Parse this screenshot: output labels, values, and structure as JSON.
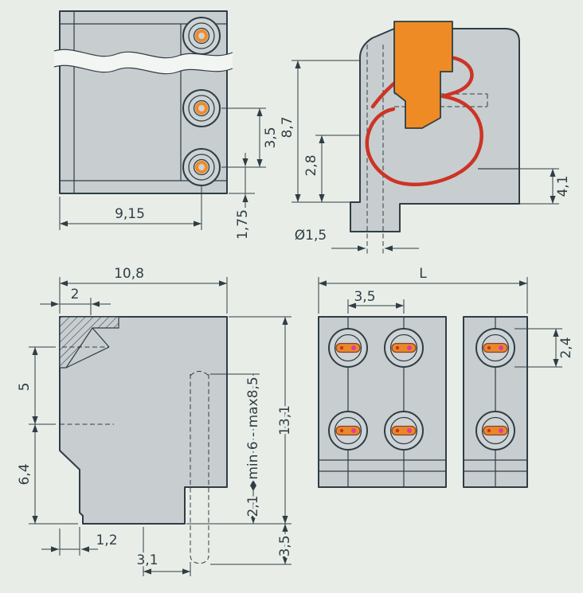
{
  "drawing": {
    "type": "technical-dimension-drawing",
    "views": {
      "side": {
        "label": "side-view-with-break",
        "dims": {
          "pitch": "3,5",
          "width": "9,15",
          "offset": "1,75"
        }
      },
      "section": {
        "label": "cross-section-view",
        "dims": {
          "height": "8,7",
          "clamp": "2,8",
          "wire": "Ø1,5",
          "step": "4,1"
        }
      },
      "profile": {
        "label": "profile-view",
        "dims": {
          "depth": "10,8",
          "wall": "2",
          "upper": "5",
          "lower": "6,4",
          "height": "13,1",
          "range": "min 6 - max8,5",
          "stroke_min": "2,1",
          "foot": "1,2",
          "offset": "3,1",
          "protrusion": "3,5"
        }
      },
      "front": {
        "label": "front-view",
        "dims": {
          "length": "L",
          "pitch": "3,5",
          "port": "2,4"
        }
      }
    },
    "colors": {
      "background": "#e9ede8",
      "body_gray": "#c8cdd0",
      "line": "#2f3e45",
      "pushbutton_orange": "#ef8b25",
      "spring_red": "#cc3424",
      "marker_pink": "#e23a9e"
    }
  }
}
